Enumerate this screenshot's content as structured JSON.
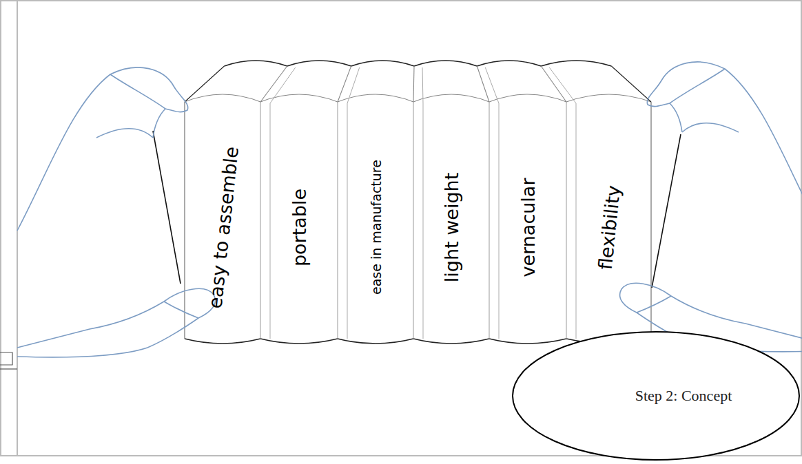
{
  "diagram": {
    "nodes": [
      {
        "text": [
          "easy to assemble"
        ]
      },
      {
        "text": [
          "portable"
        ]
      },
      {
        "text": [
          "ease in manufacture"
        ]
      },
      {
        "text": [
          "light weight"
        ]
      },
      {
        "text": [
          "vernacular"
        ]
      },
      {
        "text": [
          "flexibility"
        ]
      },
      {
        "text": [
          "Step 2: Concept"
        ]
      }
    ]
  }
}
